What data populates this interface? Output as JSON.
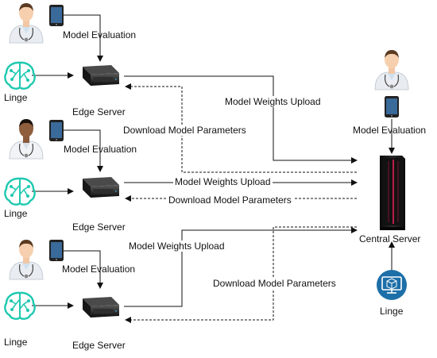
{
  "labels": {
    "model_evaluation": "Model Evaluation",
    "edge_server": "Edge Server",
    "linge": "Linge",
    "model_weights_upload": "Model Weights Upload",
    "download_model_parameters": "Download Model Parameters",
    "central_server": "Central Server"
  },
  "colors": {
    "linge_icon": "#1fc9b0",
    "linge_central_icon": "#1d6fa8",
    "line": "#111111",
    "server_accent": "#e5205a"
  },
  "icons": {
    "doctor": "doctor-icon",
    "tablet": "tablet-icon",
    "brain": "brain-network-icon",
    "edge_server": "edge-server-icon",
    "central_server": "central-server-rack-icon",
    "monitor": "monitor-cube-icon"
  }
}
